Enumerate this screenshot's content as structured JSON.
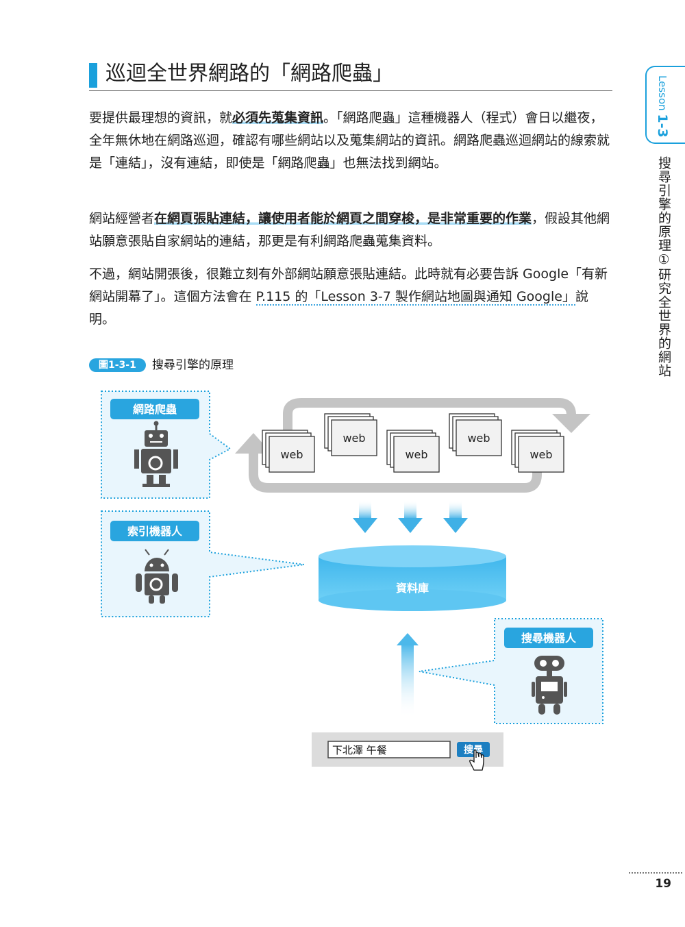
{
  "heading": {
    "title": "巡迴全世界網路的「網路爬蟲」"
  },
  "paragraphs": {
    "p1": {
      "a": "要提供最理想的資訊，就",
      "b": "必須先蒐集資訊",
      "c": "。「網路爬蟲」這種機器人（程式）會日以繼夜，全年無休地在網路巡迴，確認有哪些網站以及蒐集網站的資訊。網路爬蟲巡迴網站的線索就是「連結」，沒有連結，即使是「網路爬蟲」也無法找到網站。"
    },
    "p2": {
      "a": "網站經營者",
      "b": "在網頁張貼連結，讓使用者能於網頁之間穿梭，是非常重要的作業",
      "c": "，假設其他網站願意張貼自家網站的連結，那更是有利網路爬蟲蒐集資料。"
    },
    "p3": {
      "a": "不過，網站開張後，很難立刻有外部網站願意張貼連結。此時就有必要告訴 Google「有新網站開幕了」。這個方法會在 ",
      "b": "P.115 的「Lesson 3-7 製作網站地圖與通知 Google」",
      "c": "說明。"
    }
  },
  "side": {
    "lesson_label": "Lesson",
    "lesson_number": "1-3",
    "chapter_title": "搜尋引擎的原理①研究全世界的網站"
  },
  "figure": {
    "badge": "圖1-3-1",
    "caption": "搜尋引擎的原理",
    "crawler_label": "網路爬蟲",
    "indexer_label": "索引機器人",
    "searcher_label": "搜尋機器人",
    "web_label": "web",
    "database_label": "資料庫",
    "search_query": "下北澤 午餐",
    "search_button": "搜尋"
  },
  "page": {
    "number": "19"
  },
  "colors": {
    "accent": "#1aa0dc",
    "light_blue_bg": "#e9f6fd",
    "robot_gray": "#555555",
    "loop_gray": "#c4c4c4"
  }
}
